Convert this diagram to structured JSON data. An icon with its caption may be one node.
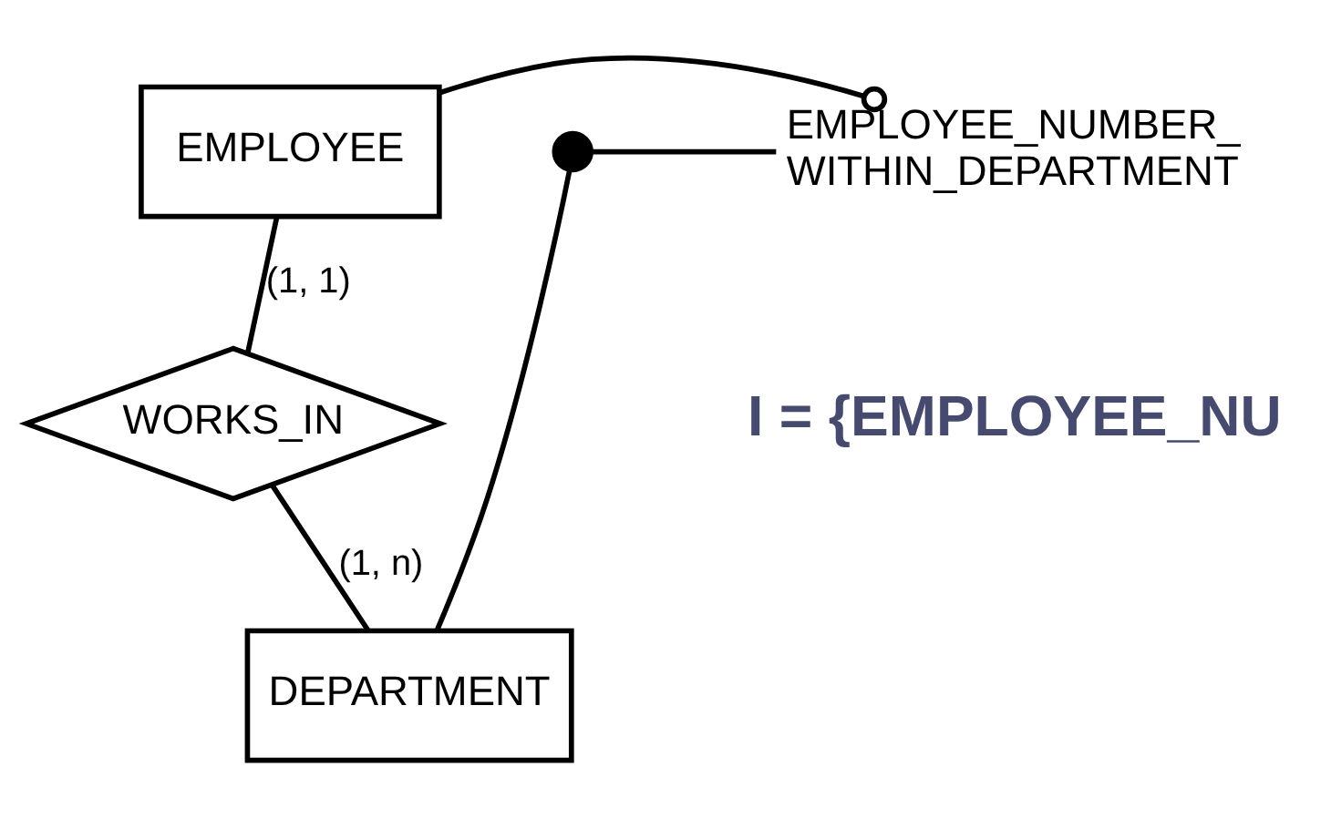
{
  "diagram": {
    "nodes": [
      {
        "text": [
          "EMPLOYEE"
        ]
      },
      {
        "text": [
          "WORKS_IN"
        ]
      },
      {
        "text": [
          "DEPARTMENT"
        ]
      },
      {
        "text": [
          "EMPLOYEE_NUMBER_ WITHIN_DEPARTMENT"
        ]
      },
      {
        "text": [],
        "shape": "circle"
      }
    ],
    "edges": [
      {
        "from": 0,
        "to": 1,
        "arrow": "none",
        "label": "(1, 1)"
      },
      {
        "from": 1,
        "to": 2,
        "arrow": "none",
        "label": "(1, n)"
      },
      {
        "from": 0,
        "to": 3,
        "arrow": "other"
      },
      {
        "from": 4,
        "to": 3,
        "arrow": "none"
      },
      {
        "from": 4,
        "to": 2,
        "arrow": "none"
      }
    ],
    "labels": [
      "I = {EMPLOYEE_NU"
    ]
  }
}
